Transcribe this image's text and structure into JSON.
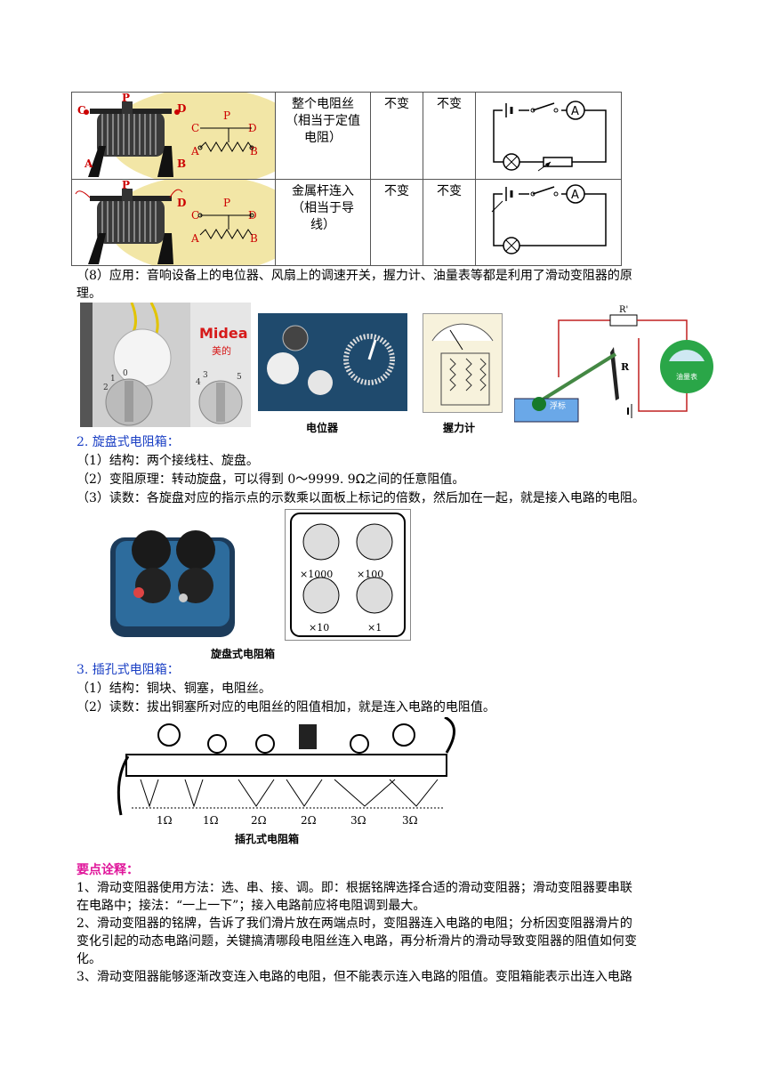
{
  "table": {
    "rows": [
      {
        "desc_lines": [
          "整个电阻丝",
          "（相当于定值",
          "电阻）"
        ],
        "col2": "不变",
        "col3": "不变",
        "diagram_labels": {
          "c": "C",
          "p": "P",
          "d": "D",
          "a": "A",
          "b": "B"
        }
      },
      {
        "desc_lines": [
          "金属杆连入",
          "（相当于导",
          "线）"
        ],
        "col2": "不变",
        "col3": "不变",
        "diagram_labels": {
          "c": "C",
          "p": "P",
          "d": "D",
          "a": "A",
          "b": "B"
        }
      }
    ],
    "ammeter_symbol": "A"
  },
  "section8": {
    "line1": "（8）应用：音响设备上的电位器、风扇上的调速开关，握力计、油量表等都是利用了滑动变阻器的原",
    "line2": "理。"
  },
  "app_images": {
    "fan_brand": "Midea",
    "fan_brand_cn": "美的",
    "knob_numbers": [
      "0",
      "1",
      "2",
      "3",
      "4",
      "5"
    ],
    "potentiometer_caption": "电位器",
    "grip_caption": "握力计",
    "fuel_gauge_label": "油量表",
    "float_label": "浮标",
    "resistor_label": "R'",
    "rheostat_label": "R"
  },
  "rotary": {
    "title": "2. 旋盘式电阻箱：",
    "structure": "（1）结构：两个接线柱、旋盘。",
    "principle_before": "（2）变阻原理：转动旋盘，可以得到 0～9999. 9",
    "principle_symbol": "Ω",
    "principle_after": "之间的任意阻值。",
    "reading": "（3）读数：各旋盘对应的指示点的示数乘以面板上标记的倍数，然后加在一起，就是接入电路的电阻。",
    "caption": "旋盘式电阻箱",
    "multipliers": [
      "×1000",
      "×100",
      "×10",
      "×1"
    ]
  },
  "plug": {
    "title": "3. 插孔式电阻箱：",
    "structure": "（1）结构：铜块、铜塞，电阻丝。",
    "reading": "（2）读数：拔出铜塞所对应的电阻丝的阻值相加，就是连入电路的电阻值。",
    "resistor_values": [
      "1Ω",
      "1Ω",
      "2Ω",
      "2Ω",
      "3Ω",
      "3Ω"
    ],
    "caption": "插孔式电阻箱"
  },
  "notes": {
    "title": "要点诠释：",
    "p1_line1": "1、滑动变阻器使用方法：选、串、接、调。即：根据铭牌选择合适的滑动变阻器；滑动变阻器要串联",
    "p1_line2": "在电路中；接法：“一上一下”；接入电路前应将电阻调到最大。",
    "p2_line1": "2、滑动变阻器的铭牌，告诉了我们滑片放在两端点时，变阻器连入电路的电阻；分析因变阻器滑片的",
    "p2_line2": "变化引起的动态电路问题，关键搞清哪段电阻丝连入电路，再分析滑片的滑动导致变阻器的阻值如何变",
    "p2_line3": "化。",
    "p3_line1": "3、滑动变阻器能够逐渐改变连入电路的电阻，但不能表示连入电路的阻值。变阻箱能表示出连入电路"
  }
}
